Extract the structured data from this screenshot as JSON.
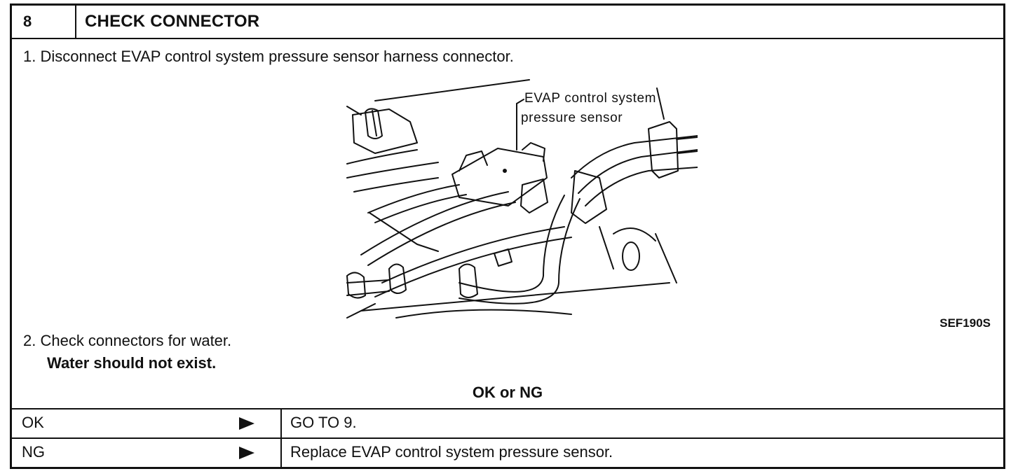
{
  "step": {
    "number": "8",
    "title": "CHECK CONNECTOR"
  },
  "instructions": {
    "step1": "1.  Disconnect EVAP control system pressure sensor harness connector.",
    "step2": "2.  Check connectors for water.",
    "step2_requirement": "Water should not exist."
  },
  "figure": {
    "callout_line1": "EVAP control system",
    "callout_line2": "pressure sensor",
    "code": "SEF190S"
  },
  "result_header": "OK or NG",
  "results": [
    {
      "key": "OK",
      "action": "GO TO 9."
    },
    {
      "key": "NG",
      "action": "Replace EVAP control system pressure sensor."
    }
  ],
  "icons": {
    "arrow": "right-triangle-arrow-icon"
  }
}
